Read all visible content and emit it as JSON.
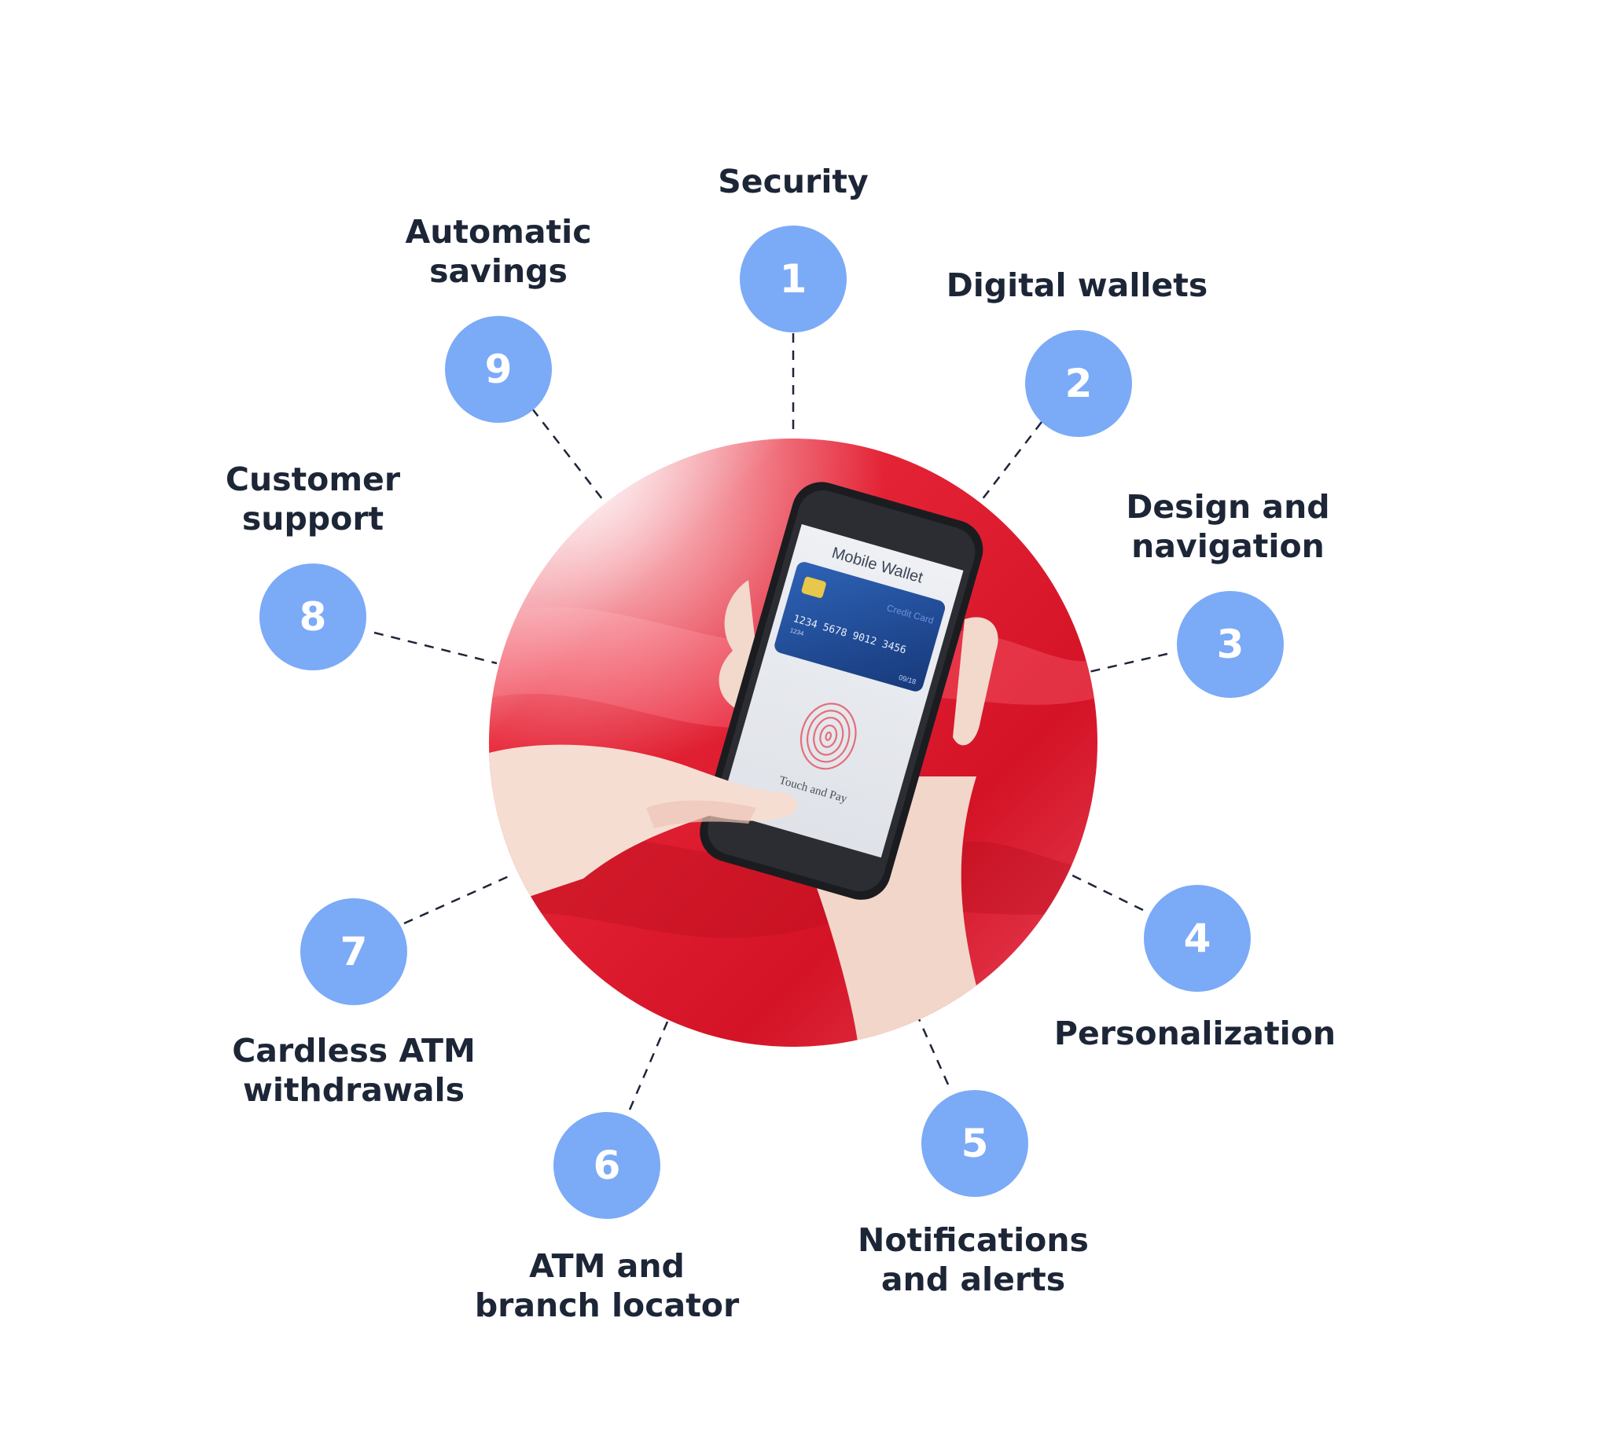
{
  "features": [
    {
      "number": "1",
      "label": "Security"
    },
    {
      "number": "2",
      "label": "Digital wallets"
    },
    {
      "number": "3",
      "label": "Design and\nnavigation"
    },
    {
      "number": "4",
      "label": "Personalization"
    },
    {
      "number": "5",
      "label": "Notifications\nand alerts"
    },
    {
      "number": "6",
      "label": "ATM and\nbranch locator"
    },
    {
      "number": "7",
      "label": "Cardless ATM\nwithdrawals"
    },
    {
      "number": "8",
      "label": "Customer\nsupport"
    },
    {
      "number": "9",
      "label": "Automatic\nsavings"
    }
  ],
  "phone_screen": {
    "title": "Mobile Wallet",
    "card_type": "Credit Card",
    "card_number": "1234  5678  9012  3456",
    "card_small": "1234",
    "card_expiry": "09/18",
    "touch_label": "Touch and Pay"
  },
  "colors": {
    "node_fill": "#7baaf7",
    "node_text": "#ffffff",
    "label_text": "#1d2637",
    "connector": "#1d2637",
    "background_red": "#e8283a"
  }
}
